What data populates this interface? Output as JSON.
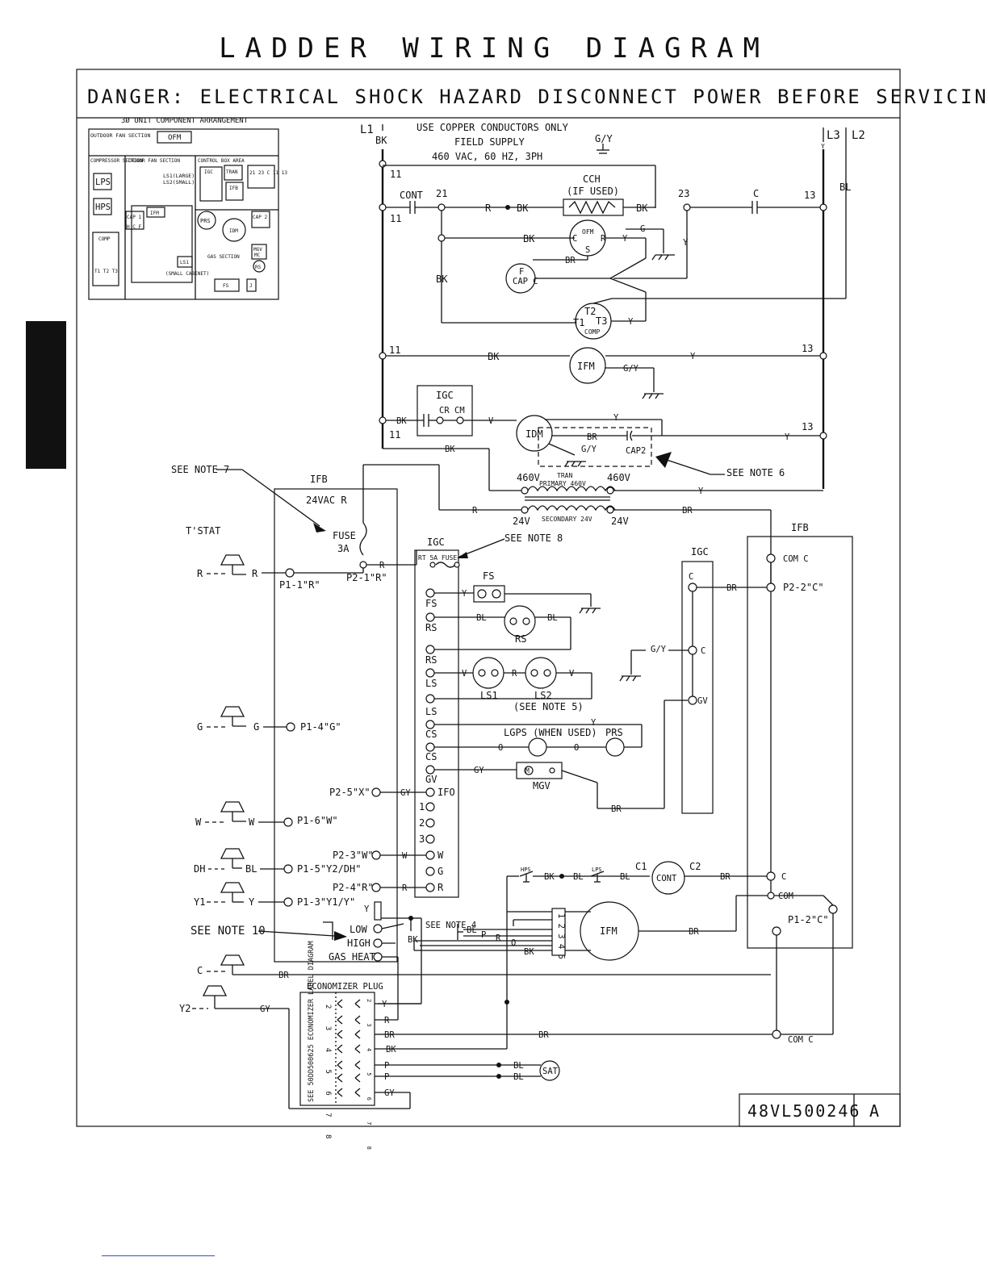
{
  "title": "LADDER WIRING DIAGRAM",
  "danger": "DANGER: ELECTRICAL SHOCK HAZARD DISCONNECT POWER BEFORE SERVICING",
  "doc_id": "48VL500246",
  "revision": "A",
  "arrangement": {
    "title": "3Ø UNIT COMPONENT ARRANGEMENT",
    "outdoor_fan_section": "OUTDOOR FAN SECTION",
    "ofm": "OFM",
    "compressor_section": "COMPRESSOR SECTION",
    "indoor_fan_section": "INDOOR FAN SECTION",
    "control_box_area": "CONTROL BOX AREA",
    "lps": "LPS",
    "hps": "HPS",
    "comp": "COMP",
    "comp_terminals": "T1 T2 T3",
    "ls_large": "LS1(LARGE)",
    "ls_small": "LS2(SMALL)",
    "igc": "IGC",
    "tran": "TRAN",
    "ifb": "IFB",
    "terminals": "21 23 C 11 13",
    "cap1": "CAP 1",
    "cap1_terms": "H C F",
    "ifm": "IFM",
    "prs": "PRS",
    "idm": "IDM",
    "cap2": "CAP 2",
    "gas_section": "GAS SECTION",
    "mgv": "MGV",
    "mgv_mc": "MC",
    "rs": "RS",
    "ls1": "LS1",
    "small_cabinet": "(SMALL CABINET)",
    "fs": "FS",
    "j": "J"
  },
  "supply": {
    "note": "USE COPPER CONDUCTORS ONLY",
    "field_supply": "FIELD SUPPLY",
    "rating": "460 VAC, 60 HZ, 3PH",
    "gy": "G/Y",
    "l1": "L1",
    "l2": "L2",
    "l3": "L3"
  },
  "labels": {
    "bk": "BK",
    "bl": "BL",
    "r": "R",
    "y": "Y",
    "v": "V",
    "g": "G",
    "gy": "GY",
    "gy2": "G/Y",
    "br": "BR",
    "o": "O",
    "p": "P",
    "w": "W",
    "c": "C",
    "s": "S",
    "n11": "11",
    "n13": "13",
    "n21": "21",
    "n23": "23",
    "cont": "CONT",
    "cch": "CCH",
    "if_used": "(IF USED)",
    "ofm": "OFM",
    "cap_f": "F",
    "cap_c": "CAP C",
    "comp": "COMP",
    "t1": "T1",
    "t2": "T2",
    "t3": "T3",
    "ifm": "IFM",
    "igc": "IGC",
    "cr": "CR",
    "cm": "CM",
    "idm": "IDM",
    "cap2": "CAP2",
    "see_note_6": "SEE NOTE 6",
    "see_note_7": "SEE NOTE 7",
    "see_note_8": "SEE NOTE 8",
    "see_note_10": "SEE NOTE 10",
    "see_note_4": "SEE NOTE 4",
    "v460": "460V",
    "tran": "TRAN",
    "primary": "PRIMARY 460V",
    "secondary": "SECONDARY 24V",
    "v24": "24V",
    "ifb": "IFB",
    "vac24r": "24VAC R",
    "fuse": "FUSE",
    "fuse3a": "3A",
    "tstat": "T'STAT",
    "rt5a": "RT 5A FUSE",
    "fs": "FS",
    "rs": "RS",
    "ls": "LS",
    "cs": "CS",
    "gv": "GV",
    "ifo": "IFO",
    "ls1": "LS1",
    "ls2": "LS2",
    "see_note_5": "(SEE NOTE 5)",
    "lgps": "LGPS (WHEN USED)",
    "prs": "PRS",
    "mgv": "MGV",
    "m": "M",
    "p1_1": "P1-1\"R\"",
    "p1_4": "P1-4\"G\"",
    "p1_6": "P1-6\"W\"",
    "p1_5": "P1-5\"Y2/DH\"",
    "p1_3": "P1-3\"Y1/Y\"",
    "p2_1": "P2-1\"R\"",
    "p2_5": "P2-5\"X\"",
    "p2_3": "P2-3\"W\"",
    "p2_4": "P2-4\"R\"",
    "t_r": "R",
    "t_g": "G",
    "t_w": "W",
    "t_dh": "DH",
    "t_y1": "Y1",
    "t_c": "C",
    "t_y2": "Y2",
    "n1": "1",
    "n2": "2",
    "n3": "3",
    "low": "LOW",
    "high": "HIGH",
    "gas_heat": "GAS HEAT",
    "hps": "HPS",
    "lps": "LPS",
    "c1": "C1",
    "c2": "C2",
    "com_c": "COM C",
    "com": "COM",
    "p2_2c": "P2-2\"C\"",
    "p1_2c": "P1-2\"C\"",
    "econ_plug": "ECONOMIZER PLUG",
    "econ_label": "SEE 50DD500625 ECONOMIZER LABEL DIAGRAM",
    "sat": "SAT",
    "plug_12345": "1 2 3 4 5",
    "pins_2_8": "2 3 4 5 6 7 8"
  }
}
